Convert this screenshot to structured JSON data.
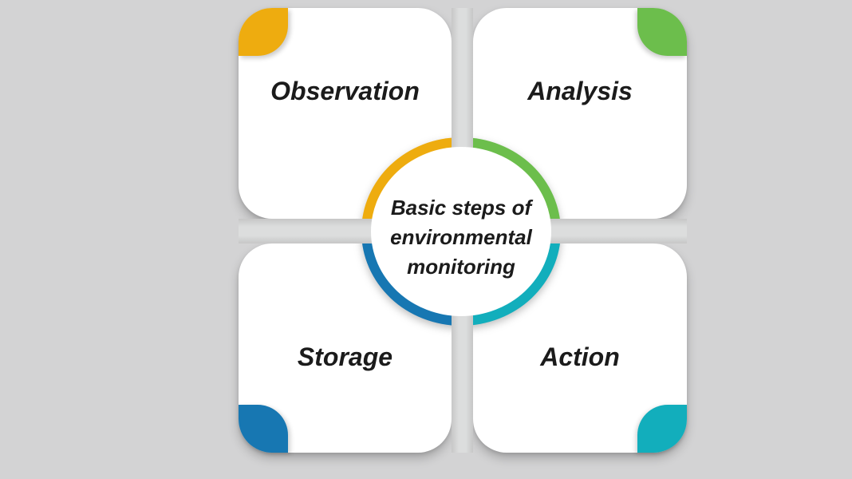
{
  "title": "Basic steps of environmental monitoring",
  "colors": {
    "bg": "#d3d3d4",
    "card": "#ffffff",
    "text": "#1b1b1b",
    "yellow": "#eeac0f",
    "green": "#6cbe4c",
    "blue": "#1777b2",
    "teal": "#12aebc",
    "bar": "#dcdddd",
    "bar_edge": "#c7c7c7"
  },
  "center_circle": {
    "lines": [
      "Basic steps of",
      "environmental",
      "monitoring"
    ]
  },
  "cards": [
    {
      "label": "Observation",
      "position": "top-left",
      "accent_color": "#eeac0f"
    },
    {
      "label": "Analysis",
      "position": "top-right",
      "accent_color": "#6cbe4c"
    },
    {
      "label": "Storage",
      "position": "bottom-left",
      "accent_color": "#1777b2"
    },
    {
      "label": "Action",
      "position": "bottom-right",
      "accent_color": "#12aebc"
    }
  ]
}
